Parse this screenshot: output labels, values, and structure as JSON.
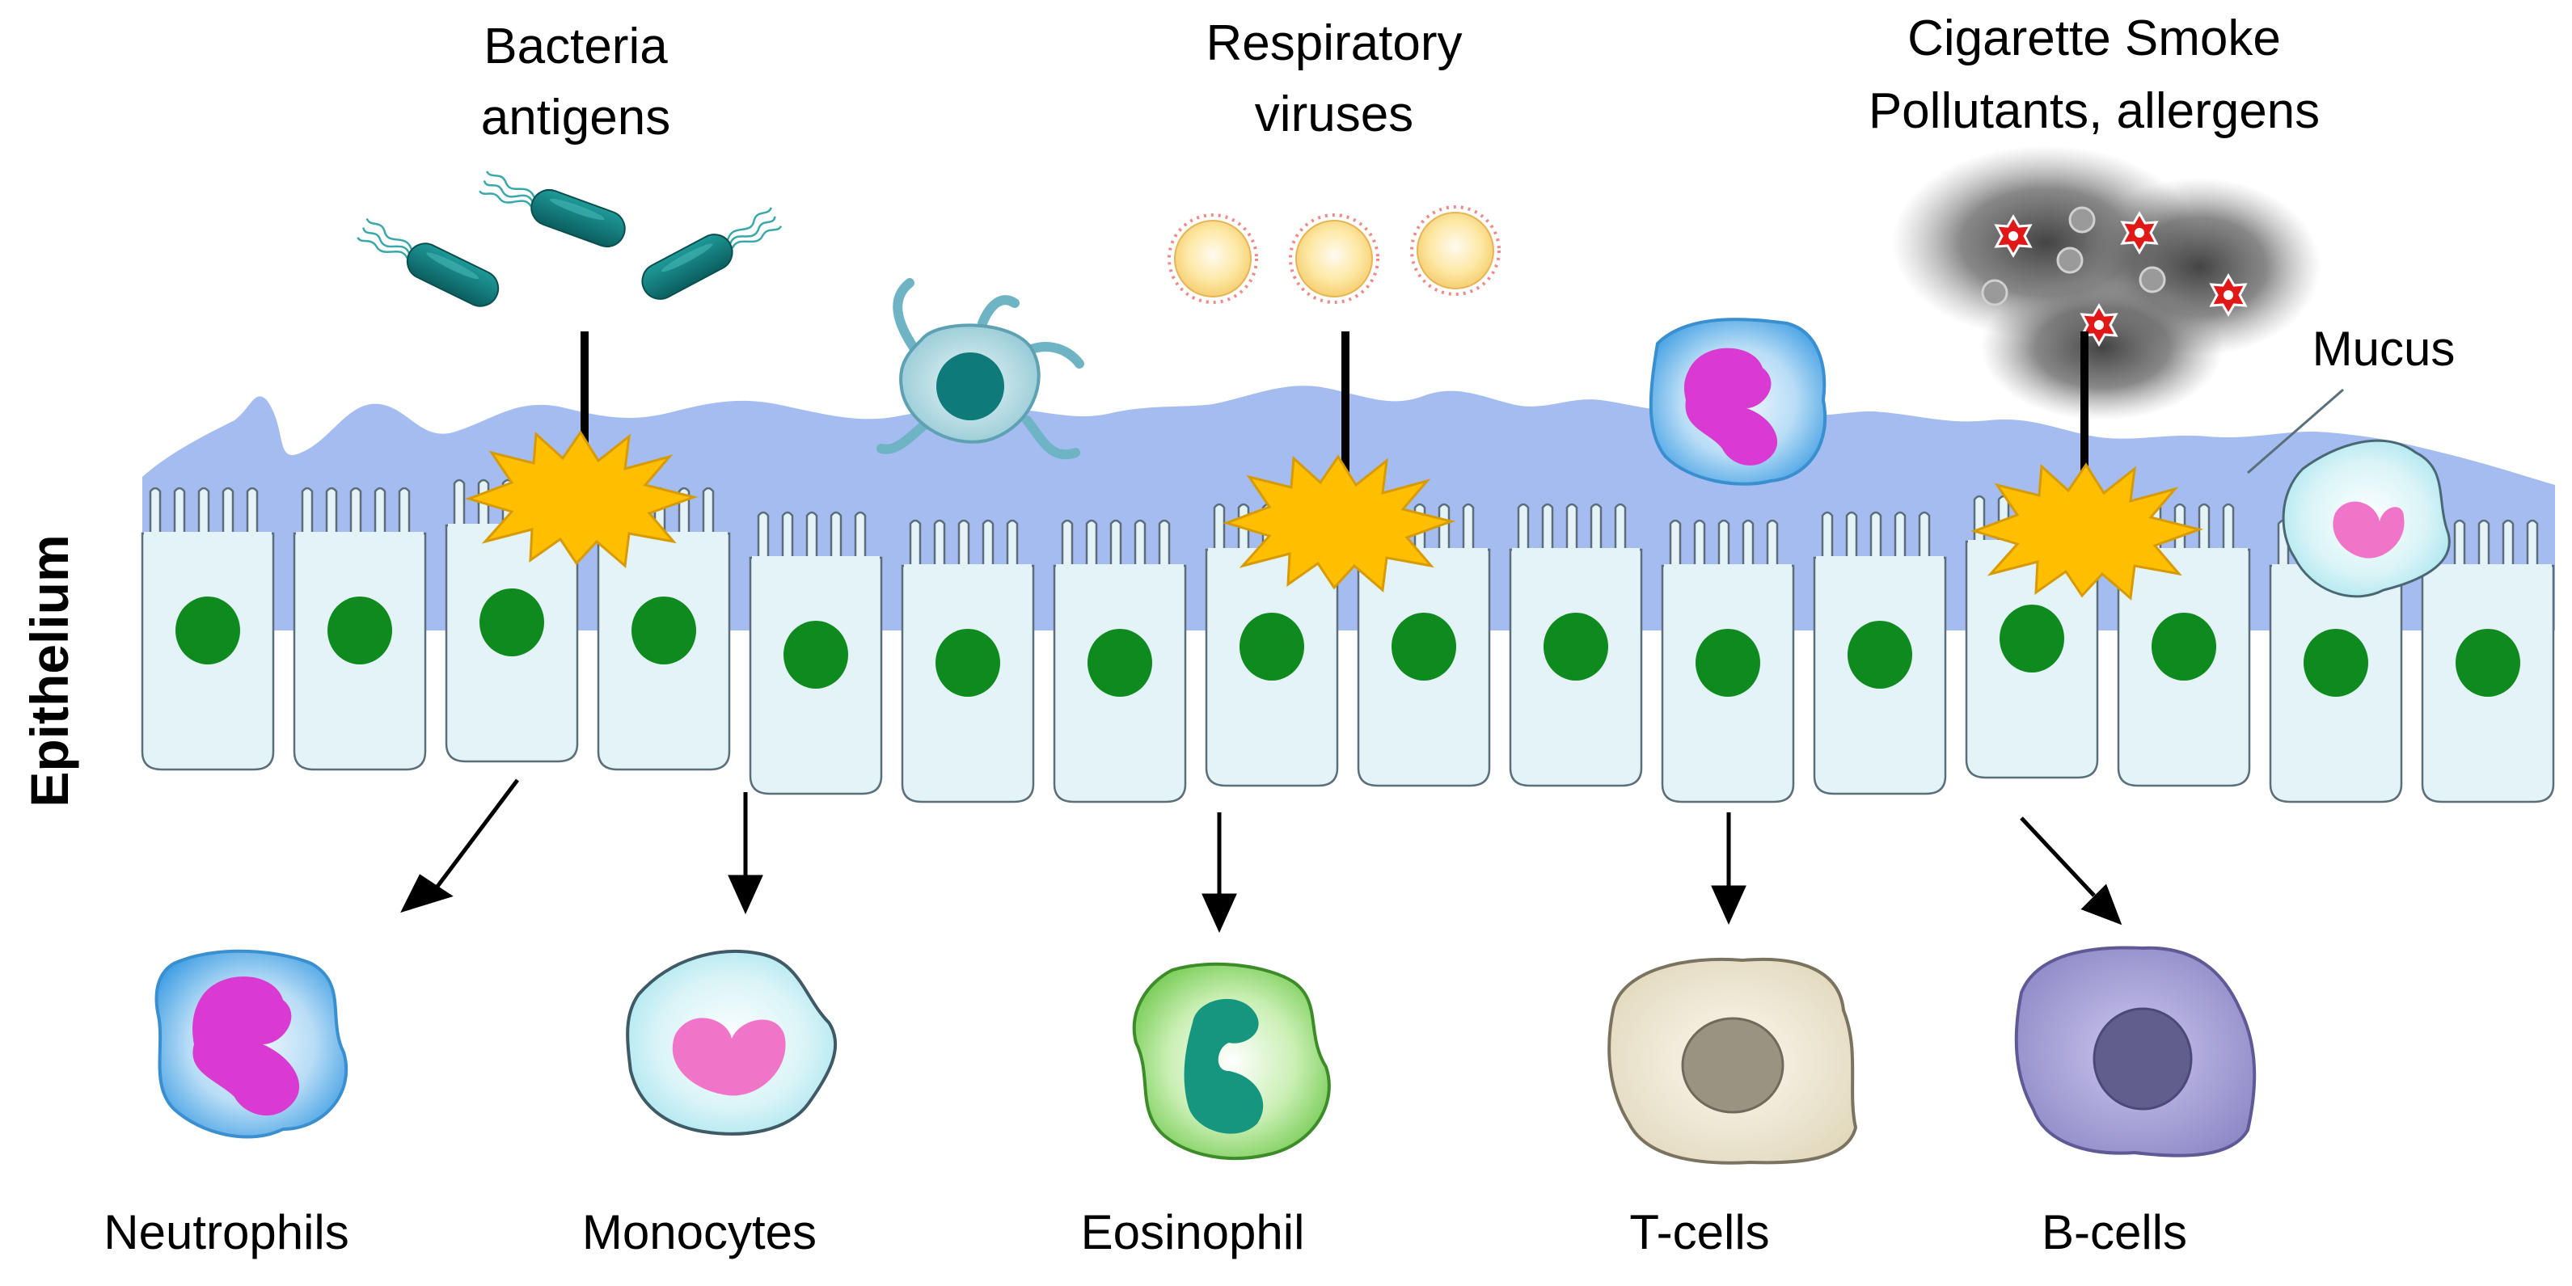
{
  "diagram": {
    "side_label": "Epithelium",
    "triggers": {
      "bacteria": [
        "Bacteria",
        "antigens"
      ],
      "viruses": [
        "Respiratory",
        "viruses"
      ],
      "smoke": [
        "Cigarette Smoke",
        "Pollutants, allergens"
      ]
    },
    "mucus_label": "Mucus",
    "immune_cells": {
      "neutrophils": "Neutrophils",
      "monocytes": "Monocytes",
      "eosinophil": "Eosinophil",
      "t_cells": "T-cells",
      "b_cells": "B-cells"
    },
    "colors": {
      "mucus": "#a4bcf0",
      "epithelial_cell_fill": "#e4f3f8",
      "nucleus": "#0f8a1e",
      "burst": "#ffbf00",
      "bacteria": "#157a7a",
      "virus": "#fbe6a0",
      "smoke_particle_red": "#e01818",
      "neutrophil_body": "#6db9ea",
      "neutrophil_nucleus": "#d93ad2",
      "monocyte_nucleus": "#f075c8",
      "eosinophil_body": "#96d977",
      "eosinophil_nucleus": "#16957f",
      "t_cell_body": "#ece5cf",
      "b_cell_body": "#9d98d2"
    }
  }
}
